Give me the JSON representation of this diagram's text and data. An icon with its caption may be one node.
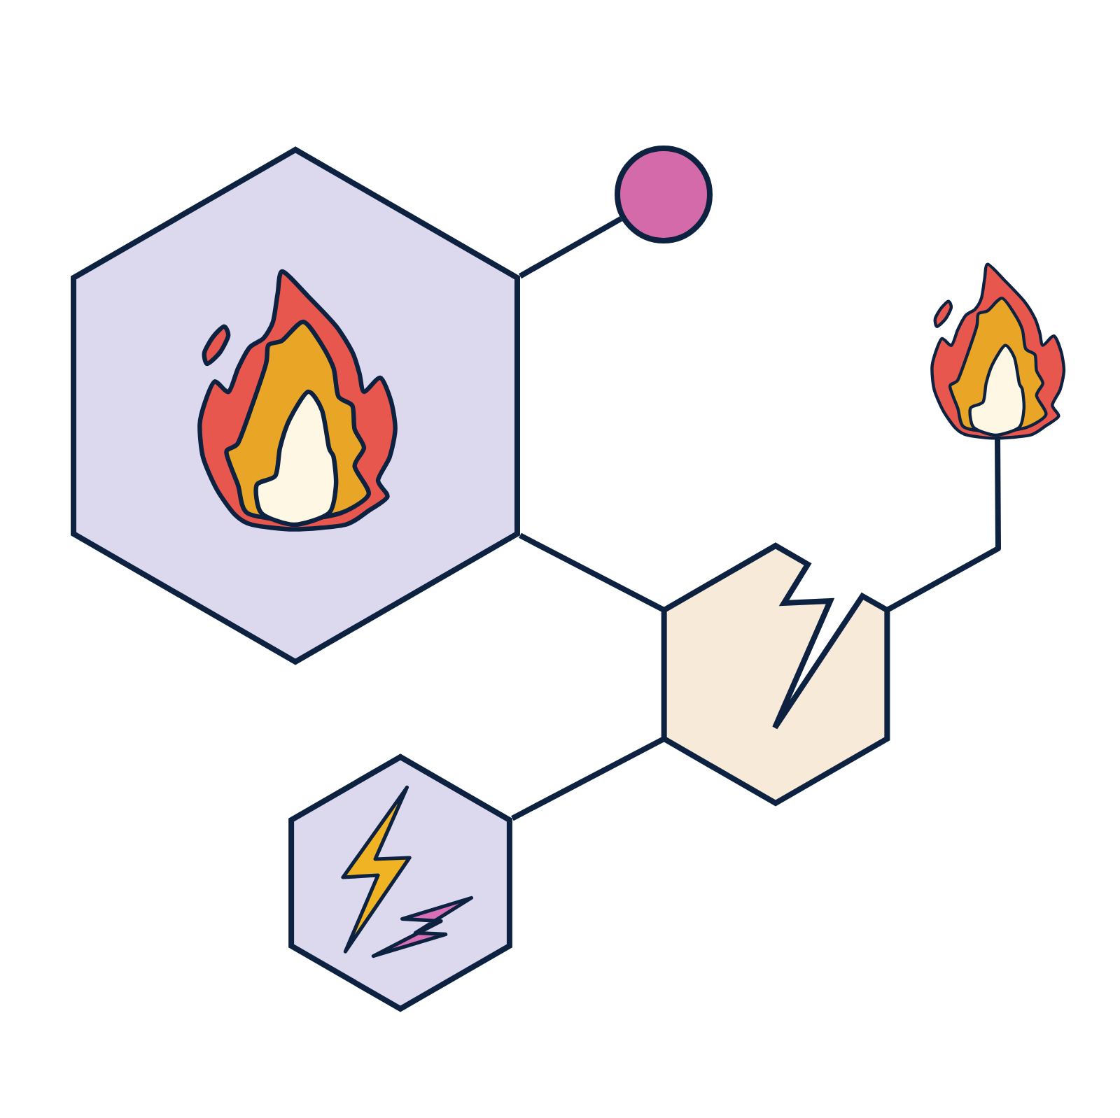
{
  "diagram": {
    "nodes": [
      {
        "text": [],
        "shape": "hexagon"
      },
      {
        "text": [],
        "shape": "circle"
      },
      {
        "text": [],
        "shape": "picture"
      },
      {
        "text": [],
        "shape": "hexagon"
      },
      {
        "text": [],
        "shape": "hexagon"
      }
    ],
    "edges": [
      {
        "from": 0,
        "to": 1,
        "arrow": "none"
      },
      {
        "from": 0,
        "to": 3,
        "arrow": "none"
      },
      {
        "from": 3,
        "to": 2,
        "arrow": "none"
      },
      {
        "from": 3,
        "to": 4,
        "arrow": "none"
      }
    ]
  }
}
